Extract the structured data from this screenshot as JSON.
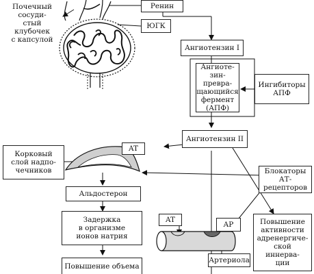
{
  "labels": {
    "glomerulus": "Почечный\nсосуди-\nстый\nклубочек\nс капсулой",
    "renin": "Ренин",
    "jga": "ЮГК",
    "angiotensin1": "Ангиотензин I",
    "ace": "Ангиоте-\nзин-превра-\nщающийся\nфермент\n(АПФ)",
    "ace_inhibitors": "Ингибиторы\nАПФ",
    "angiotensin2": "Ангиотензин II",
    "at_top": "AT",
    "adrenal_cortex": "Корковый\nслой надпо-\nчечников",
    "at_blockers": "Блокаторы\nАТ-рецепторов",
    "aldosterone": "Альдостерон",
    "at_bottom": "AT",
    "ar": "AP",
    "sodium_retention": "Задержка\nв организме\nионов натрия",
    "adrenergic": "Повышение\nактивности\nадренергиче-\nской иннерва-\nции",
    "arteriole": "Артериола",
    "volume_increase": "Повышение объема"
  }
}
